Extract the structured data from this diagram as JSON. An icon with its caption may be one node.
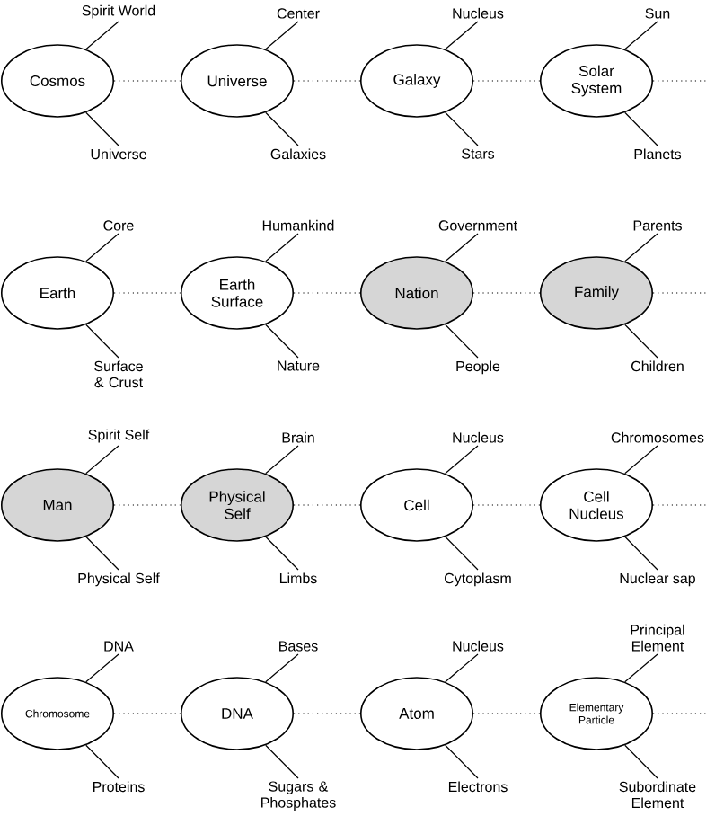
{
  "diagram": {
    "nodes": [
      {
        "text": [
          "Cosmos"
        ]
      },
      {
        "text": [
          "Spirit World"
        ]
      },
      {
        "text": [
          "Universe"
        ]
      },
      {
        "text": [
          "Universe"
        ]
      },
      {
        "text": [
          "Center"
        ]
      },
      {
        "text": [
          "Galaxies"
        ]
      },
      {
        "text": [
          "Galaxy"
        ]
      },
      {
        "text": [
          "Nucleus"
        ]
      },
      {
        "text": [
          "Stars"
        ]
      },
      {
        "text": [
          "Solar System"
        ]
      },
      {
        "text": [
          "Sun"
        ]
      },
      {
        "text": [
          "Planets"
        ]
      },
      {
        "text": [
          "Earth"
        ]
      },
      {
        "text": [
          "Core"
        ]
      },
      {
        "text": [
          "Surface & Crust"
        ]
      },
      {
        "text": [
          "Earth Surface"
        ]
      },
      {
        "text": [
          "Humankind"
        ]
      },
      {
        "text": [
          "Nature"
        ]
      },
      {
        "text": [
          "Nation"
        ]
      },
      {
        "text": [
          "Government"
        ]
      },
      {
        "text": [
          "People"
        ]
      },
      {
        "text": [
          "Family"
        ]
      },
      {
        "text": [
          "Parents"
        ]
      },
      {
        "text": [
          "Children"
        ]
      },
      {
        "text": [
          "Man"
        ]
      },
      {
        "text": [
          "Spirit Self"
        ]
      },
      {
        "text": [
          "Physical Self"
        ]
      },
      {
        "text": [
          "Physical Self"
        ]
      },
      {
        "text": [
          "Brain"
        ]
      },
      {
        "text": [
          "Limbs"
        ]
      },
      {
        "text": [
          "Cell"
        ]
      },
      {
        "text": [
          "Nucleus"
        ]
      },
      {
        "text": [
          "Cytoplasm"
        ]
      },
      {
        "text": [
          "Cell Nucleus"
        ]
      },
      {
        "text": [
          "Chromosomes"
        ]
      },
      {
        "text": [
          "Nuclear sap"
        ]
      },
      {
        "text": [
          "Chromosome"
        ]
      },
      {
        "text": [
          "DNA"
        ]
      },
      {
        "text": [
          "Proteins"
        ]
      },
      {
        "text": [
          "DNA"
        ]
      },
      {
        "text": [
          "Bases"
        ]
      },
      {
        "text": [
          "Sugars & Phosphates"
        ]
      },
      {
        "text": [
          "Atom"
        ]
      },
      {
        "text": [
          "Nucleus"
        ]
      },
      {
        "text": [
          "Electrons"
        ]
      },
      {
        "text": [
          "Elementary Particle"
        ]
      },
      {
        "text": [
          "Principal Element"
        ]
      },
      {
        "text": [
          "Subordinate Element"
        ]
      }
    ],
    "edges": [
      {
        "from": 0,
        "to": 1,
        "arrow": "none"
      },
      {
        "from": 0,
        "to": 2,
        "arrow": "none"
      },
      {
        "from": 0,
        "to": 3,
        "arrow": "none",
        "style": "dashed"
      },
      {
        "from": 3,
        "to": 4,
        "arrow": "none"
      },
      {
        "from": 3,
        "to": 5,
        "arrow": "none"
      },
      {
        "from": 3,
        "to": 6,
        "arrow": "none",
        "style": "dashed"
      },
      {
        "from": 6,
        "to": 7,
        "arrow": "none"
      },
      {
        "from": 6,
        "to": 8,
        "arrow": "none"
      },
      {
        "from": 6,
        "to": 9,
        "arrow": "none",
        "style": "dashed"
      },
      {
        "from": 9,
        "to": 10,
        "arrow": "none"
      },
      {
        "from": 9,
        "to": 11,
        "arrow": "none"
      },
      {
        "from": 9,
        "to": null,
        "arrow": "none",
        "style": "dashed"
      },
      {
        "from": 12,
        "to": 13,
        "arrow": "none"
      },
      {
        "from": 12,
        "to": 14,
        "arrow": "none"
      },
      {
        "from": 12,
        "to": 15,
        "arrow": "none",
        "style": "dashed"
      },
      {
        "from": 15,
        "to": 16,
        "arrow": "none"
      },
      {
        "from": 15,
        "to": 17,
        "arrow": "none"
      },
      {
        "from": 15,
        "to": 18,
        "arrow": "none",
        "style": "dashed"
      },
      {
        "from": 18,
        "to": 19,
        "arrow": "none"
      },
      {
        "from": 18,
        "to": 20,
        "arrow": "none"
      },
      {
        "from": 18,
        "to": 21,
        "arrow": "none",
        "style": "dashed"
      },
      {
        "from": 21,
        "to": 22,
        "arrow": "none"
      },
      {
        "from": 21,
        "to": 23,
        "arrow": "none"
      },
      {
        "from": 21,
        "to": null,
        "arrow": "none",
        "style": "dashed"
      },
      {
        "from": 24,
        "to": 25,
        "arrow": "none"
      },
      {
        "from": 24,
        "to": 26,
        "arrow": "none"
      },
      {
        "from": 24,
        "to": 27,
        "arrow": "none",
        "style": "dashed"
      },
      {
        "from": 27,
        "to": 28,
        "arrow": "none"
      },
      {
        "from": 27,
        "to": 29,
        "arrow": "none"
      },
      {
        "from": 27,
        "to": 30,
        "arrow": "none",
        "style": "dashed"
      },
      {
        "from": 30,
        "to": 31,
        "arrow": "none"
      },
      {
        "from": 30,
        "to": 32,
        "arrow": "none"
      },
      {
        "from": 30,
        "to": 33,
        "arrow": "none",
        "style": "dashed"
      },
      {
        "from": 33,
        "to": 34,
        "arrow": "none"
      },
      {
        "from": 33,
        "to": 35,
        "arrow": "none"
      },
      {
        "from": 33,
        "to": null,
        "arrow": "none",
        "style": "dashed"
      },
      {
        "from": 36,
        "to": 37,
        "arrow": "none"
      },
      {
        "from": 36,
        "to": 38,
        "arrow": "none"
      },
      {
        "from": 36,
        "to": 39,
        "arrow": "none",
        "style": "dashed"
      },
      {
        "from": 39,
        "to": 40,
        "arrow": "none"
      },
      {
        "from": 39,
        "to": 41,
        "arrow": "none"
      },
      {
        "from": 39,
        "to": 42,
        "arrow": "none",
        "style": "dashed"
      },
      {
        "from": 42,
        "to": 43,
        "arrow": "none"
      },
      {
        "from": 42,
        "to": 44,
        "arrow": "none"
      },
      {
        "from": 42,
        "to": 45,
        "arrow": "none",
        "style": "dashed"
      },
      {
        "from": 45,
        "to": 46,
        "arrow": "none"
      },
      {
        "from": 45,
        "to": 47,
        "arrow": "none"
      },
      {
        "from": 45,
        "to": null,
        "arrow": "none",
        "style": "dashed"
      }
    ]
  }
}
